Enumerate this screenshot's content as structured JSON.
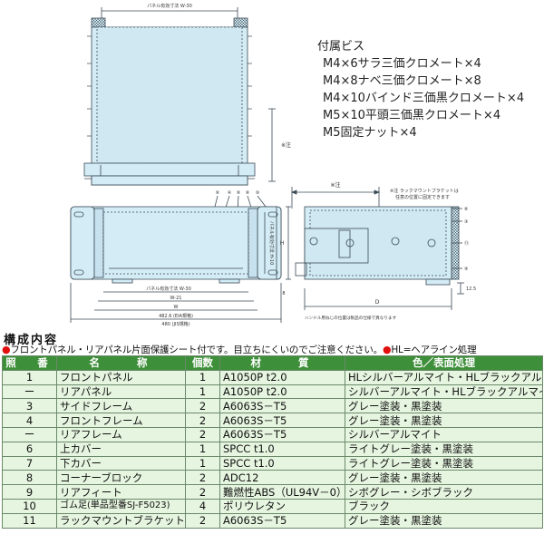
{
  "drawing": {
    "top_dim_label": "パネル有効寸法 W-30",
    "side_note": "※注",
    "arrow_note": "※注",
    "rack_note_line1": "※注 ラックマウントブラケットは",
    "rack_note_line2": "任意の位置に固定できます",
    "front_inner_label": "パネル有効寸法 W-30",
    "dim_W_minus_21": "W-21",
    "dim_W": "W",
    "dim_overall_line1": "482.6 (EIA規格)",
    "dim_overall_line2": "480 (JIS規格)",
    "dim_H": "H",
    "dim_H_minus_10": "H-10",
    "dim_side_h": "パネル有効寸法 H-10",
    "dim_8": "8",
    "dim_D": "D",
    "dim_125": "12.5",
    "rack_bottom_note": "ハンドル用ねじの位置は製品の仕様で異なります",
    "callouts_front": [
      "⑥",
      "④",
      "⑧",
      "⑧",
      "⑩"
    ],
    "callouts_side": [
      "⑥",
      "③",
      "⑪",
      "⑨"
    ]
  },
  "screws": {
    "heading": "付属ビス",
    "lines": [
      "M4×6サラ三価クロメート×4",
      "M4×8ナベ三価クロメート×8",
      "M4×10バインド三価黒クロメート×4",
      "M5×10平頭三価黒クロメート×4",
      "M5固定ナット×4"
    ]
  },
  "section": {
    "title": "構成内容",
    "note_a": "フロントパネル・リアパネル片面保護シート付です。目立ちにくいのでご注意ください。",
    "note_b": "HL=ヘアライン処理",
    "bullet": "●"
  },
  "table": {
    "headers": [
      "照　番",
      "名　　称",
      "個数",
      "材　　質",
      "色／表面処理"
    ],
    "rows": [
      {
        "no": "1",
        "name": "フロントパネル",
        "qty": "1",
        "material": "A1050P t2.0",
        "finish": "HLシルバーアルマイト・HLブラックアルマイト"
      },
      {
        "no": "ー",
        "name": "リアパネル",
        "qty": "1",
        "material": "A1050P t2.0",
        "finish": "シルバーアルマイト・HLブラックアルマイト"
      },
      {
        "no": "3",
        "name": "サイドフレーム",
        "qty": "2",
        "material": "A6063S－T5",
        "finish": "グレー塗装・黒塗装"
      },
      {
        "no": "4",
        "name": "フロントフレーム",
        "qty": "2",
        "material": "A6063S－T5",
        "finish": "グレー塗装・黒塗装"
      },
      {
        "no": "ー",
        "name": "リアフレーム",
        "qty": "2",
        "material": "A6063S－T5",
        "finish": "シルバーアルマイト"
      },
      {
        "no": "6",
        "name": "上カバー",
        "qty": "1",
        "material": "SPCC t1.0",
        "finish": "ライトグレー塗装・黒塗装"
      },
      {
        "no": "7",
        "name": "下カバー",
        "qty": "1",
        "material": "SPCC t1.0",
        "finish": "ライトグレー塗装・黒塗装"
      },
      {
        "no": "8",
        "name": "コーナーブロック",
        "qty": "2",
        "material": "ADC12",
        "finish": "グレー塗装・黒塗装"
      },
      {
        "no": "9",
        "name": "リアフィート",
        "qty": "2",
        "material": "難燃性ABS（UL94V－0）",
        "finish": "シボグレー・シボブラック"
      },
      {
        "no": "10",
        "name": "ゴム足(単品型番SJ-F5023)",
        "qty": "4",
        "material": "ポリウレタン",
        "finish": "ブラック"
      },
      {
        "no": "11",
        "name": "ラックマウントブラケット",
        "qty": "2",
        "material": "A6063S－T5",
        "finish": "グレー塗装・黒塗装"
      }
    ]
  },
  "colors": {
    "header_bg": "#3e8f3a",
    "row_bg": "#e6f5e0",
    "panel_fill": "#d4ecf5",
    "line": "#3a4a55",
    "bullet_red": "#e01010"
  }
}
